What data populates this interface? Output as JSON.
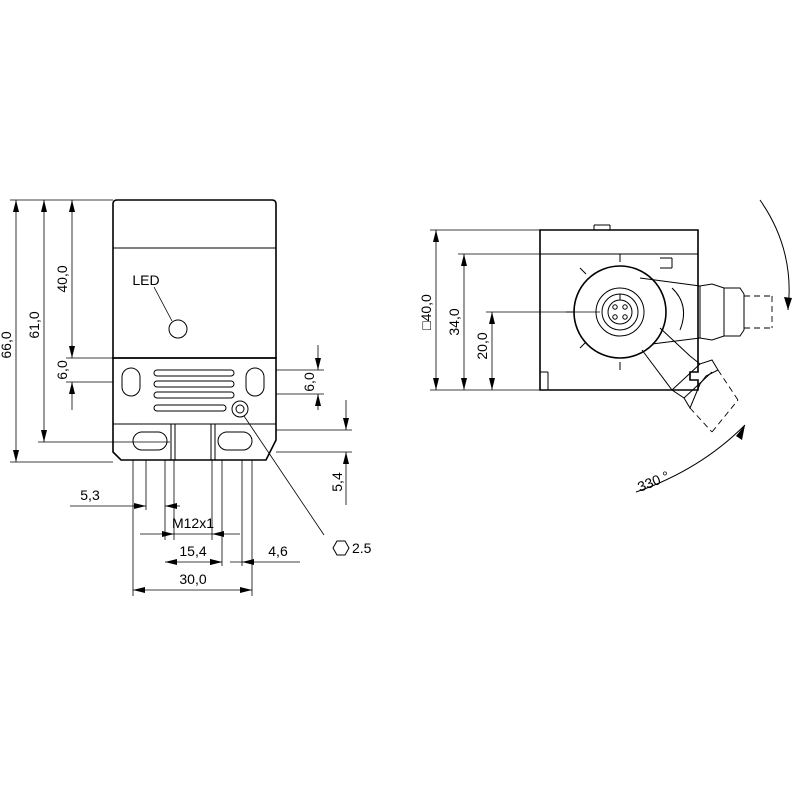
{
  "labels": {
    "led": "LED",
    "hex": "2.5",
    "angle": "330 °"
  },
  "front_view": {
    "h_total": "66,0",
    "h_61": "61,0",
    "h_40": "40,0",
    "h_6_left": "6,0",
    "h_6_right": "6,0",
    "h_5_4": "5,4",
    "w_5_3": "5,3",
    "w_m12": "M12x1",
    "w_15_4": "15,4",
    "w_4_6": "4,6",
    "w_30": "30,0"
  },
  "side_view": {
    "sq_40": "□40,0",
    "h_34": "34,0",
    "h_20": "20,0"
  }
}
